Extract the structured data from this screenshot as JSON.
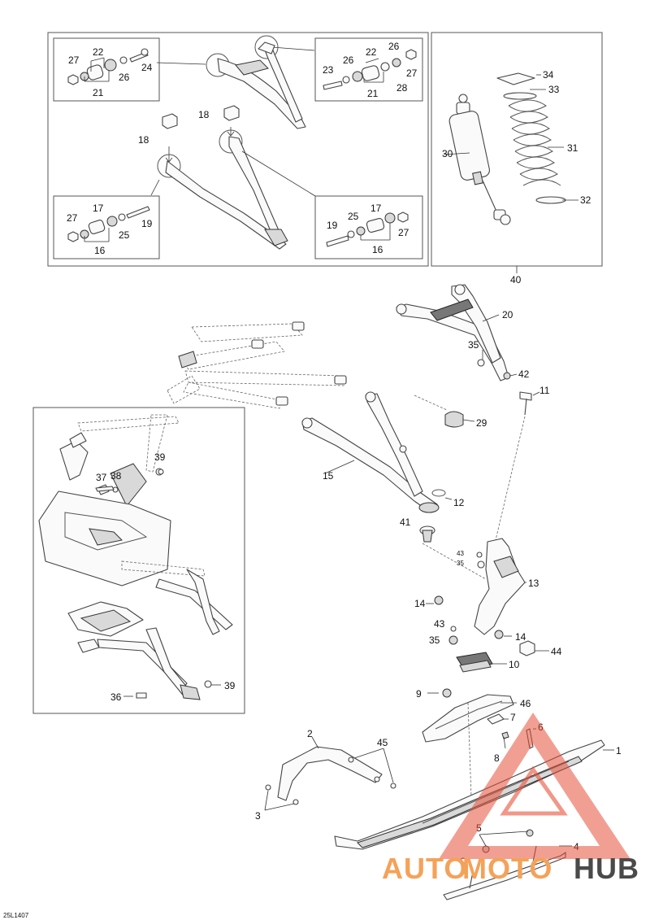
{
  "drawing_ref": "25L1407",
  "watermark": {
    "part1": "AUTO",
    "part2": "MOTO",
    "part3": "HUB",
    "color_orange": "#f4a259",
    "color_grey": "#4a4a4a",
    "color_red": "#e8513a"
  },
  "callouts": {
    "c1": "1",
    "c2": "2",
    "c3": "3",
    "c4": "4",
    "c5": "5",
    "c6": "6",
    "c7": "7",
    "c8": "8",
    "c9": "9",
    "c10": "10",
    "c11": "11",
    "c12": "12",
    "c13": "13",
    "c14a": "14",
    "c14b": "14",
    "c15": "15",
    "c16a": "16",
    "c16b": "16",
    "c17a": "17",
    "c17b": "17",
    "c18a": "18",
    "c18b": "18",
    "c19a": "19",
    "c19b": "19",
    "c20": "20",
    "c21a": "21",
    "c21b": "21",
    "c22a": "22",
    "c22b": "22",
    "c23": "23",
    "c24": "24",
    "c25a": "25",
    "c25b": "25",
    "c26a": "26",
    "c26b": "26",
    "c26c": "26",
    "c27a": "27",
    "c27b": "27",
    "c27c": "27",
    "c27d": "27",
    "c28": "28",
    "c29": "29",
    "c30": "30",
    "c31": "31",
    "c32": "32",
    "c33": "33",
    "c34": "34",
    "c35a": "35",
    "c35b": "35",
    "c35c": "35",
    "c36": "36",
    "c37": "37",
    "c38": "38",
    "c39a": "39",
    "c39b": "39",
    "c40": "40",
    "c41": "41",
    "c42": "42",
    "c43a": "43",
    "c43b": "43",
    "c44": "44",
    "c45": "45",
    "c46": "46"
  }
}
